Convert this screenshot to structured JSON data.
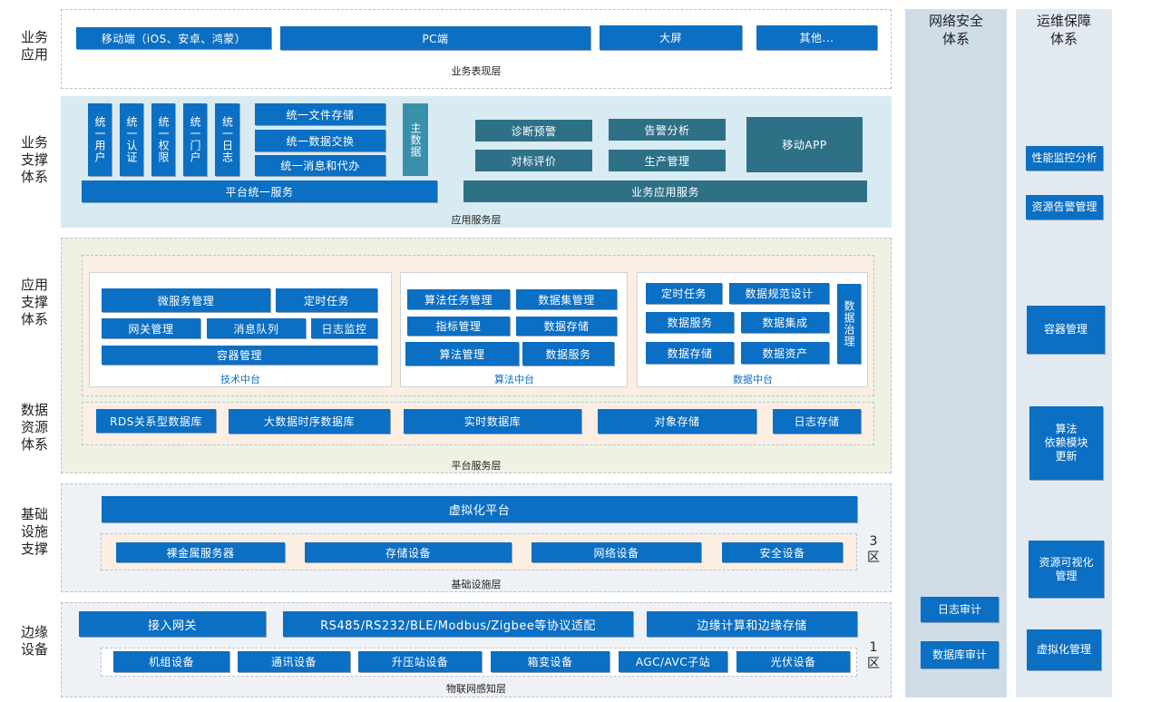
{
  "left_labels": {
    "business_app": "业务\n应用",
    "business_support": "业务\n支撑\n体系",
    "app_support": "应用\n支撑\n体系",
    "data_resource": "数据\n资源\n体系",
    "infra_support": "基础\n设施\n支撑",
    "edge_device": "边缘\n设备"
  },
  "layer1": {
    "items": [
      "移动端（iOS、安卓、鸿蒙）",
      "PC端",
      "大屏",
      "其他..."
    ],
    "caption": "业务表现层"
  },
  "layer2": {
    "vertical_items": [
      "统一用户",
      "统一认证",
      "统一权限",
      "统一门户",
      "统一日志"
    ],
    "stack_items": [
      "统一文件存储",
      "统一数据交换",
      "统一消息和代办"
    ],
    "master_data": "主数据",
    "platform_service": "平台统一服务",
    "biz_items": [
      "诊断预警",
      "告警分析",
      "对标评价",
      "生产管理"
    ],
    "mobile_app": "移动APP",
    "biz_service": "业务应用服务",
    "caption": "应用服务层"
  },
  "layer3": {
    "tech": {
      "items": [
        "微服务管理",
        "定时任务",
        "网关管理",
        "消息队列",
        "日志监控",
        "容器管理"
      ],
      "caption": "技术中台"
    },
    "algo": {
      "items": [
        "算法任务管理",
        "数据集管理",
        "指标管理",
        "数据存储",
        "算法管理",
        "数据服务"
      ],
      "caption": "算法中台"
    },
    "data": {
      "items": [
        "定时任务",
        "数据规范设计",
        "数据服务",
        "数据集成",
        "数据存储",
        "数据资产"
      ],
      "governance": "数据治理",
      "caption": "数据中台"
    },
    "storage": [
      "RDS关系型数据库",
      "大数据时序数据库",
      "实时数据库",
      "对象存储",
      "日志存储"
    ],
    "caption": "平台服务层"
  },
  "layer4": {
    "virtual": "虚拟化平台",
    "items": [
      "裸金属服务器",
      "存储设备",
      "网络设备",
      "安全设备"
    ],
    "zone": "3\n区",
    "caption": "基础设施层"
  },
  "layer5": {
    "top": [
      "接入网关",
      "RS485/RS232/BLE/Modbus/Zigbee等协议适配",
      "边缘计算和边缘存储"
    ],
    "items": [
      "机组设备",
      "通讯设备",
      "升压站设备",
      "箱变设备",
      "AGC/AVC子站",
      "光伏设备"
    ],
    "zone": "1\n区",
    "caption": "物联网感知层"
  },
  "security": {
    "title": "网络安全\n体系",
    "items": [
      "日志审计",
      "数据库审计"
    ]
  },
  "ops": {
    "title": "运维保障\n体系",
    "items": [
      "性能监控分析",
      "资源告警管理",
      "容器管理",
      "算法\n依赖模块\n更新",
      "资源可视化\n管理",
      "虚拟化管理"
    ]
  },
  "colors": {
    "blue": "#0b6fc3",
    "teal": "#2e7187",
    "panel_light_blue": "#d8ebf2",
    "panel_light_green": "#eef2e3",
    "panel_peach": "#fbeee3",
    "panel_gray": "#eef1f6"
  }
}
